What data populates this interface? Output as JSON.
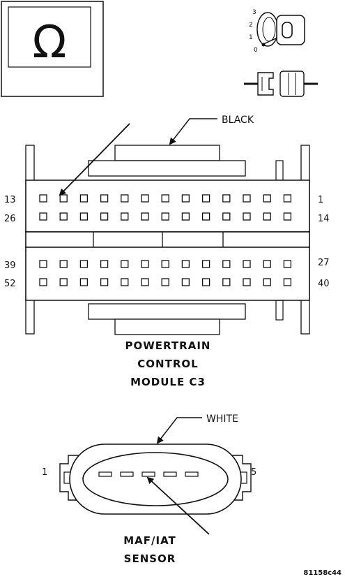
{
  "figure": {
    "ohm_symbol": "Ω",
    "ignition_positions": [
      "3",
      "2",
      "1",
      "0"
    ],
    "pcm_connector": {
      "color_label": "BLACK",
      "row1_left_pin": "13",
      "row1_right_pin": "1",
      "row2_left_pin": "26",
      "row2_right_pin": "14",
      "row3_left_pin": "39",
      "row3_right_pin": "27",
      "row4_left_pin": "52",
      "row4_right_pin": "40",
      "title_lines": [
        "POWERTRAIN",
        "CONTROL",
        "MODULE C3"
      ]
    },
    "maf_connector": {
      "color_label": "WHITE",
      "left_pin": "1",
      "right_pin": "5",
      "title_lines": [
        "MAF/IAT",
        "SENSOR"
      ]
    },
    "figure_code": "81158c44"
  }
}
